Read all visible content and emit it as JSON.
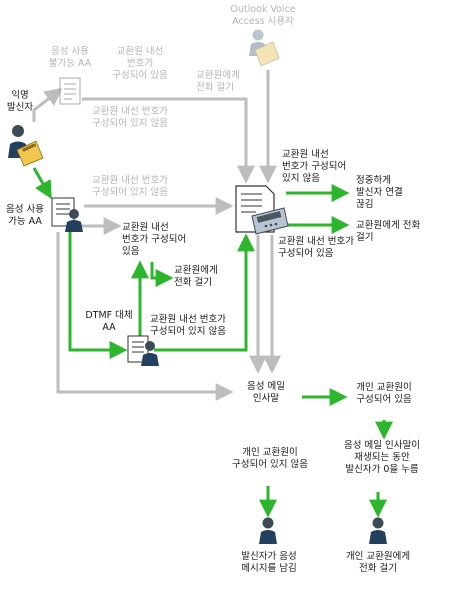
{
  "colors": {
    "green": "#2db52d",
    "gray": "#bdbdbd",
    "text": "#1a1a1a",
    "gray_text": "#b4b4b4"
  },
  "icons": {
    "voice_access_user": "person-phone-icon",
    "anonymous_caller": "person-phone-icon",
    "disabled_aa": "aa-document-icon",
    "speech_aa": "aa-document-person-icon",
    "dtmf_aa": "aa-document-person-icon",
    "central_processor": "document-phone-icon",
    "caller_leaves_message": "person-icon",
    "transfer_personal_operator": "person-icon"
  },
  "labels": {
    "voice_access_user": "Outlook Voice\nAccess 사용자",
    "anonymous_caller": "익명\n발신자",
    "speech_disabled_aa": "음성 사용\n불가능 AA",
    "speech_enabled_aa": "음성 사용\n가능 AA",
    "dtmf_fallback_aa": "DTMF 대체\nAA",
    "top_operator_configured": "교환원 내선\n번호가\n구성되어 있음",
    "top_transfer_operator": "교환원에게\n전화 걸기",
    "top_operator_not_configured": "교환원 내선 번호가\n구성되어 있지 않음",
    "mid_operator_not_configured": "교환원 내선 번호가\n구성되어 있지 않음",
    "aa_operator_configured": "교환원 내선\n번호가 구성되어\n있음",
    "aa_transfer_operator": "교환원에게\n전화 걸기",
    "dtmf_operator_not_configured": "교환원 내선 번호가\n구성되어 있지 않음",
    "center_operator_not_configured": "교환원 내선\n번호가 구성되어\n있지 않음",
    "politely_disconnect": "정중하게\n발신자 연결\n끊김",
    "transfer_to_operator": "교환원에게 전화\n걸기",
    "center_operator_configured": "교환원 내선 번호가\n구성되어 있음",
    "voicemail_greeting": "음성 메일\n인사말",
    "personal_operator_configured": "개인 교환원이\n구성되어 있음",
    "personal_operator_not_configured": "개인 교환원이\n구성되어 있지 않음",
    "press_zero": "음성 메일 인사말이\n재생되는 동안\n발신자가 0을 누름",
    "caller_leaves_message": "발신자가 음성\n메시지를 남김",
    "transfer_personal_operator": "개인 교환원에게\n전화 걸기"
  }
}
